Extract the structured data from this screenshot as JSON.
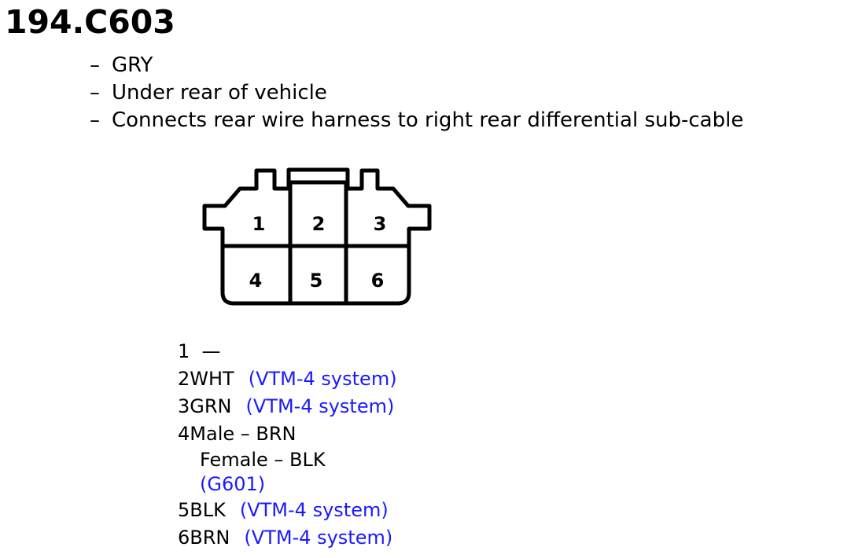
{
  "title": "194.C603",
  "details": [
    {
      "dash": "–",
      "text": "GRY"
    },
    {
      "dash": "–",
      "text": "Under rear of vehicle"
    },
    {
      "dash": "–",
      "text": "Connects rear wire harness to right rear differential sub-cable"
    }
  ],
  "connector": {
    "pins": [
      "1",
      "2",
      "3",
      "4",
      "5",
      "6"
    ]
  },
  "pinout": {
    "pin1": {
      "num": "1",
      "desc": "—"
    },
    "pin2": {
      "num": "2",
      "color": "WHT",
      "ref": "(VTM-4 system)"
    },
    "pin3": {
      "num": "3",
      "color": "GRN",
      "ref": "(VTM-4 system)"
    },
    "pin4": {
      "num": "4",
      "male": "Male – BRN",
      "female": "Female – BLK",
      "ref": "(G601)"
    },
    "pin5": {
      "num": "5",
      "color": "BLK",
      "ref": "(VTM-4 system)"
    },
    "pin6": {
      "num": "6",
      "color": "BRN",
      "ref": "(VTM-4 system)"
    }
  },
  "colors": {
    "link": "#1a1aff",
    "line": "#000000"
  }
}
